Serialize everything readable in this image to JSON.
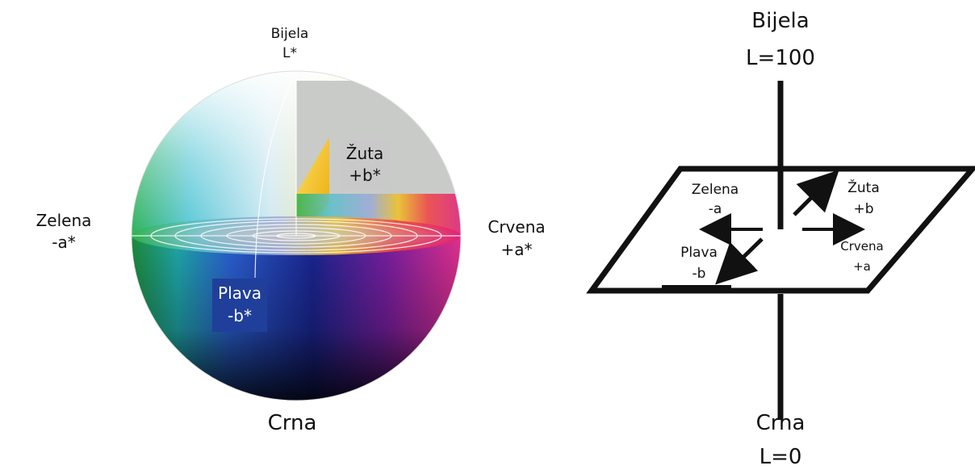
{
  "sphere": {
    "top_label_line1": "Bijela",
    "top_label_line2": "L*",
    "left_label_line1": "Zelena",
    "left_label_line2": "-a*",
    "right_label_line1": "Crvena",
    "right_label_line2": "+a*",
    "bottom_label": "Crna",
    "yellow_label_line1": "Žuta",
    "yellow_label_line2": "+b*",
    "blue_label_line1": "Plava",
    "blue_label_line2": "-b*"
  },
  "axes": {
    "top_label_line1": "Bijela",
    "top_label_line2": "L=100",
    "bottom_label_line1": "Crna",
    "bottom_label_line2": "L=0",
    "green_label_line1": "Zelena",
    "green_label_line2": "-a",
    "yellow_label_line1": "Žuta",
    "yellow_label_line2": "+b",
    "blue_label_line1": "Plava",
    "blue_label_line2": "-b",
    "red_label_line1": "Crvena",
    "red_label_line2": "+a"
  },
  "colors": {
    "blue_label_bg": "#1f3f9a",
    "yellow_label_bg": "#c9c9c9",
    "cutaway_gray": "#c9cbc9",
    "axis_black": "#111111"
  }
}
